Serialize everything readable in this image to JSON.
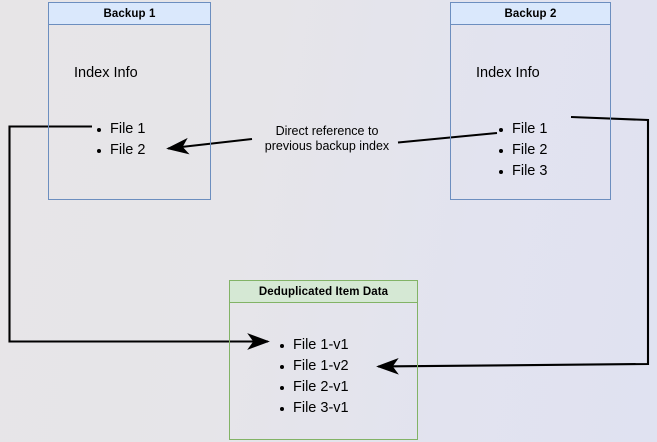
{
  "diagram": {
    "title": "Backup deduplication reference diagram",
    "background_gradient_from": "#e7e5e7",
    "background_gradient_to": "#e0e2f1"
  },
  "backup1": {
    "header": "Backup 1",
    "index_label": "Index Info",
    "files": [
      "File 1",
      "File 2"
    ],
    "border_color": "#6c8ebf",
    "header_fill": "#dae8fc"
  },
  "backup2": {
    "header": "Backup 2",
    "index_label": "Index Info",
    "files": [
      "File 1",
      "File 2",
      "File 3"
    ],
    "border_color": "#6c8ebf",
    "header_fill": "#dae8fc"
  },
  "dedup": {
    "header": "Deduplicated Item Data",
    "items": [
      "File 1-v1",
      "File 1-v2",
      "File 2-v1",
      "File 3-v1"
    ],
    "border_color": "#82b366",
    "header_fill": "#d5e8d4"
  },
  "annotation": {
    "text": "Direct reference to\nprevious backup index"
  },
  "connectors": {
    "backup1_file1_to_dedup": "File 1 in Backup 1 routes left, down and into File 1-v1",
    "backup2_file1_to_dedup": "File 1 in Backup 2 routes right, down and into File 1-v2",
    "backup2_file2_to_backup1_file2": "Direct reference arrow to File 2 in Backup 1"
  }
}
